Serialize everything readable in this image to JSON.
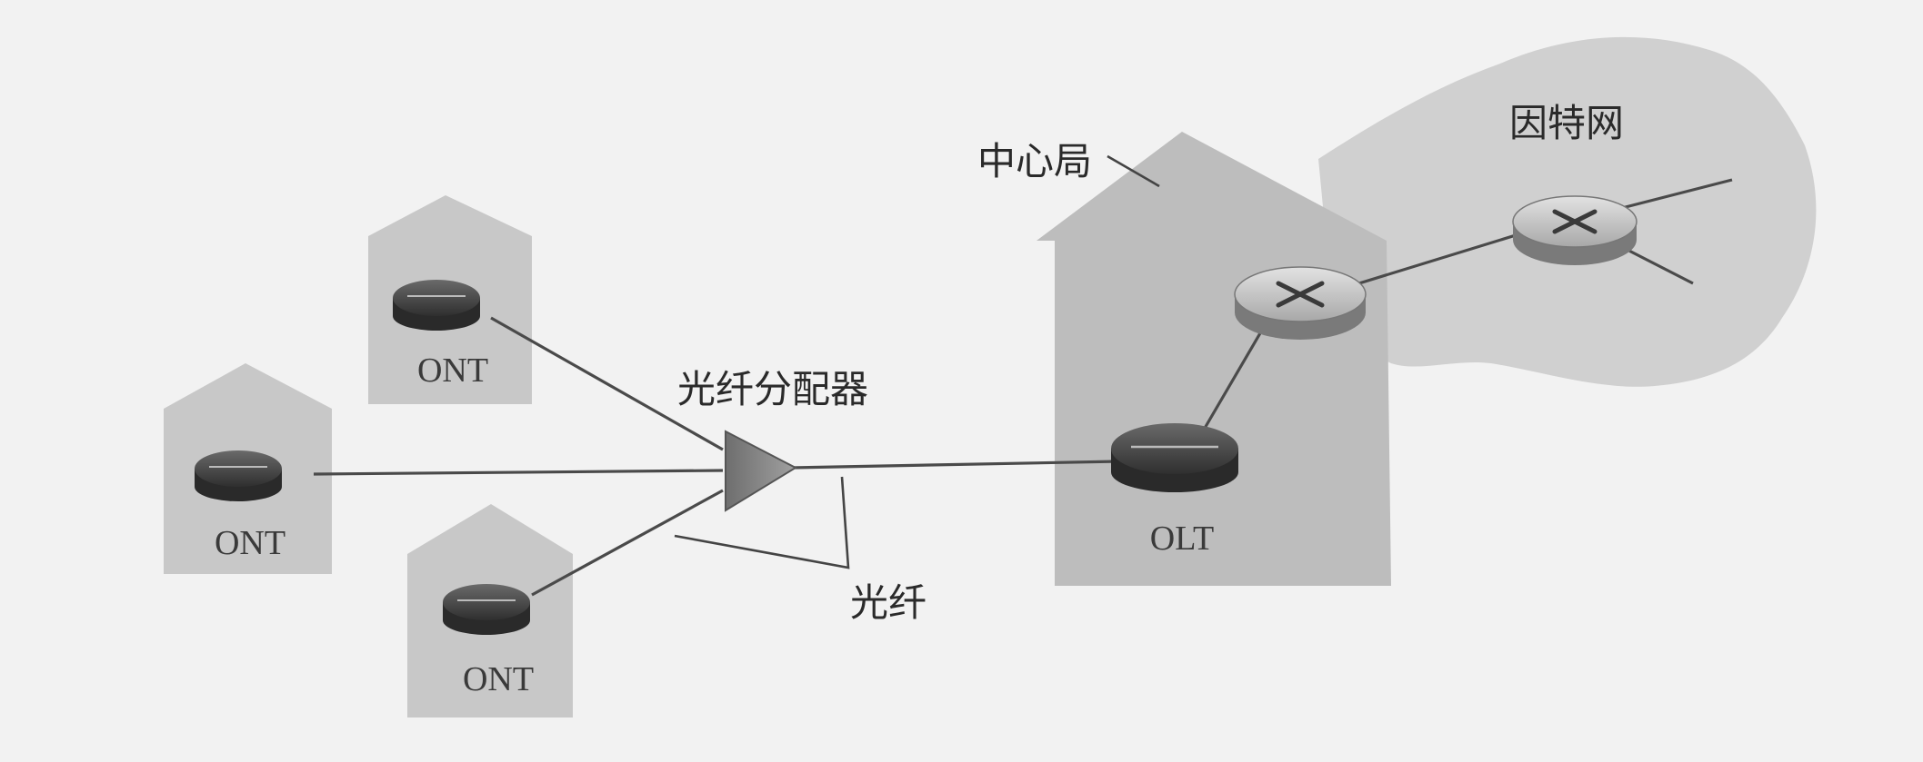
{
  "diagram": {
    "labels": {
      "ont_1": "ONT",
      "ont_2": "ONT",
      "ont_3": "ONT",
      "olt": "OLT",
      "splitter": "光纤分配器",
      "fiber": "光纤",
      "central_office": "中心局",
      "internet": "因特网"
    }
  },
  "colors": {
    "background": "#f2f2f2",
    "house": "#c8c8c8",
    "central_office": "#bdbdbd",
    "internet_cloud": "#d0d0d0",
    "device": "#3d3d3d",
    "splitter": "#8a8a8a",
    "line": "#4a4a4a"
  },
  "icons": [
    "house-icon",
    "ont-device-icon",
    "olt-device-icon",
    "router-icon",
    "splitter-icon",
    "cloud-icon"
  ]
}
